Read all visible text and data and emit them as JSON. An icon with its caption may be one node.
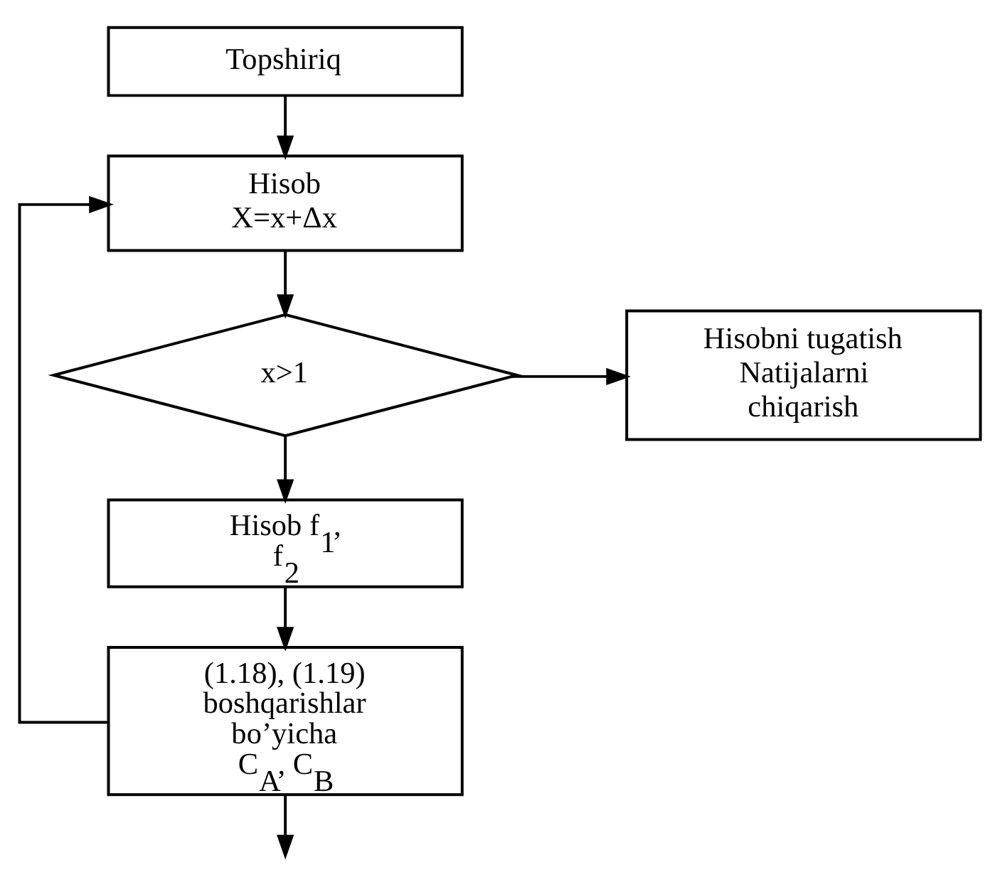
{
  "diagram": {
    "nodes": [
      {
        "text": [
          "Topshiriq"
        ]
      },
      {
        "text": [
          "Hisob",
          "X=x+Δx"
        ]
      },
      {
        "text": [
          "x>1"
        ]
      },
      {
        "text": [
          "Hisobni tugatish",
          "Natijalarni chiqarish"
        ]
      },
      {
        "text": [
          "Hisob f$_{1}$, f$_{2}$"
        ]
      },
      {
        "text": [
          "(1.18), (1.19) boshqarishlar bo’yicha C$_{A}$, C$_{B}$"
        ]
      }
    ],
    "edges": [
      {
        "from": 0,
        "to": 1,
        "arrow": "to"
      },
      {
        "from": 1,
        "to": 2,
        "arrow": "to"
      },
      {
        "from": 2,
        "to": 3,
        "arrow": "to"
      },
      {
        "from": 2,
        "to": 4,
        "arrow": "to"
      },
      {
        "from": 4,
        "to": 5,
        "arrow": "to"
      },
      {
        "from": 5,
        "to": 1,
        "arrow": "to"
      },
      {
        "from": 5,
        "to": null,
        "arrow": "to"
      }
    ]
  }
}
